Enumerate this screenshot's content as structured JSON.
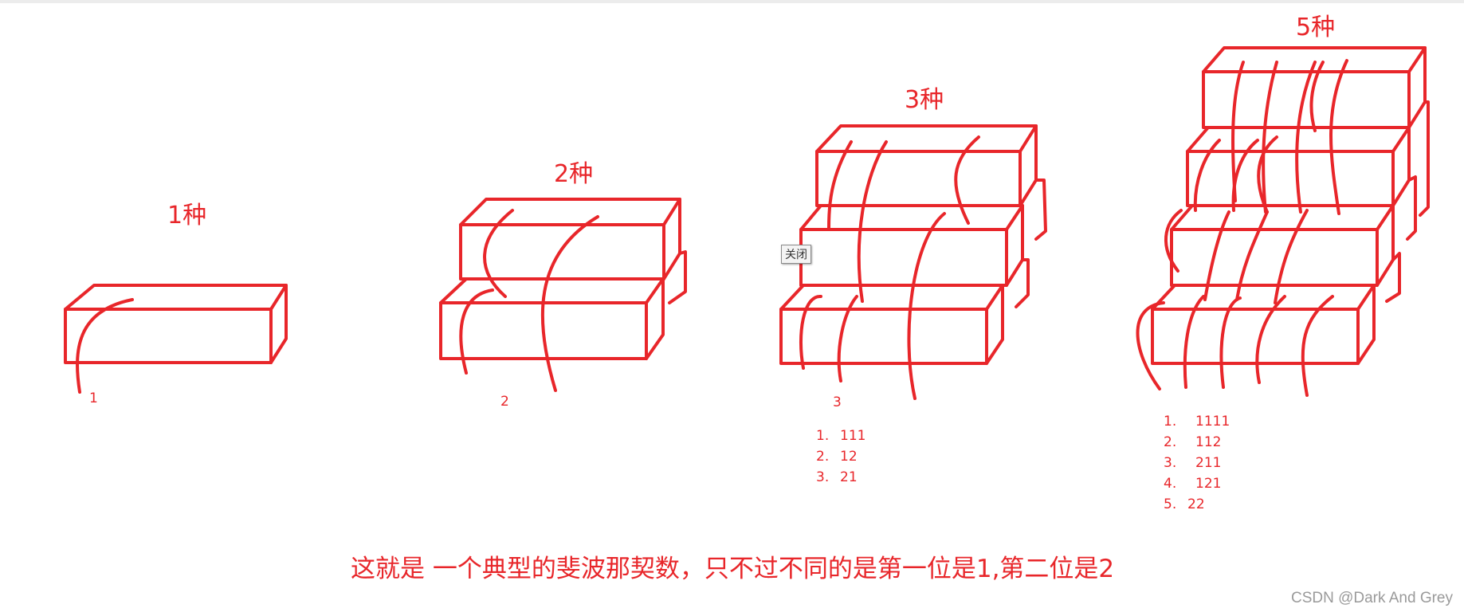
{
  "figure": {
    "stairs": [
      {
        "header": "1种",
        "count_label": "1",
        "ways": []
      },
      {
        "header": "2种",
        "count_label": "2",
        "ways": []
      },
      {
        "header": "3种",
        "count_label": "3",
        "ways": [
          {
            "num": "1.",
            "seq": "111"
          },
          {
            "num": "2.",
            "seq": "12"
          },
          {
            "num": "3.",
            "seq": "21"
          }
        ]
      },
      {
        "header": "5种",
        "count_label": "",
        "ways": [
          {
            "num": "1.",
            "seq": "1111"
          },
          {
            "num": "2.",
            "seq": "112"
          },
          {
            "num": "3.",
            "seq": "211"
          },
          {
            "num": "4.",
            "seq": "121"
          },
          {
            "num": "5.",
            "seq": "22"
          }
        ]
      }
    ],
    "caption": "这就是 一个典型的斐波那契数，只不过不同的是第一位是1,第二位是2",
    "watermark": "CSDN @Dark And Grey",
    "tooltip": "关闭",
    "stroke_color": "#e8262a"
  }
}
